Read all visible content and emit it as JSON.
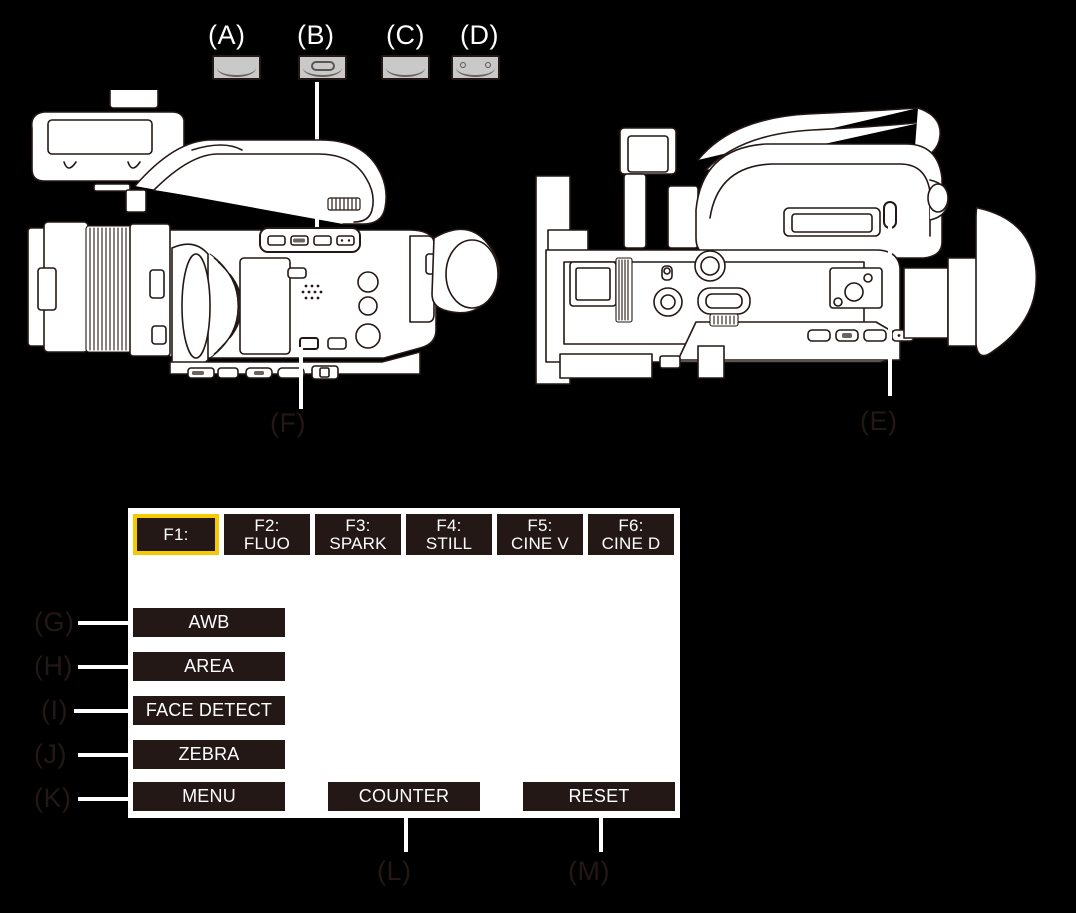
{
  "figure": {
    "type": "camcorder-button-reference-diagram",
    "background_color": "#000000",
    "panel_color": "#ffffff",
    "key_color": "#231815",
    "highlight_color": "#f7c900"
  },
  "callouts": [
    {
      "id": "A",
      "label": "(A)",
      "style": "light",
      "target": "button-glyph-plain-1"
    },
    {
      "id": "B",
      "label": "(B)",
      "style": "light",
      "target": "camera-top-button-strip"
    },
    {
      "id": "C",
      "label": "(C)",
      "style": "light",
      "target": "button-glyph-plain-2"
    },
    {
      "id": "D",
      "label": "(D)",
      "style": "light",
      "target": "button-glyph-two-dot"
    },
    {
      "id": "E",
      "label": "(E)",
      "style": "dark",
      "target": "right-camera-side-button"
    },
    {
      "id": "F",
      "label": "(F)",
      "style": "dark",
      "target": "left-camera-side-button"
    },
    {
      "id": "G",
      "label": "(G)",
      "style": "dark",
      "target": "softkey-awb"
    },
    {
      "id": "H",
      "label": "(H)",
      "style": "dark",
      "target": "softkey-area"
    },
    {
      "id": "I",
      "label": "(I)",
      "style": "dark",
      "target": "softkey-face-detect"
    },
    {
      "id": "J",
      "label": "(J)",
      "style": "dark",
      "target": "softkey-zebra"
    },
    {
      "id": "K",
      "label": "(K)",
      "style": "dark",
      "target": "softkey-menu"
    },
    {
      "id": "L",
      "label": "(L)",
      "style": "dark",
      "target": "softkey-counter"
    },
    {
      "id": "M",
      "label": "(M)",
      "style": "dark",
      "target": "softkey-reset"
    }
  ],
  "button_glyphs": [
    {
      "name": "plain",
      "icon": "button-plain-icon"
    },
    {
      "name": "pill",
      "icon": "button-pill-icon"
    },
    {
      "name": "plain",
      "icon": "button-plain-icon"
    },
    {
      "name": "two-dot",
      "icon": "button-two-dot-icon"
    }
  ],
  "lcd": {
    "function_tabs": [
      {
        "id": "F1",
        "line1": "F1:",
        "line2": "",
        "label": "F1:",
        "selected": true
      },
      {
        "id": "F2",
        "line1": "F2:",
        "line2": "FLUO",
        "label": "F2:\nFLUO",
        "selected": false
      },
      {
        "id": "F3",
        "line1": "F3:",
        "line2": "SPARK",
        "label": "F3:\nSPARK",
        "selected": false
      },
      {
        "id": "F4",
        "line1": "F4:",
        "line2": "STILL",
        "label": "F4:\nSTILL",
        "selected": false
      },
      {
        "id": "F5",
        "line1": "F5:",
        "line2": "CINE V",
        "label": "F5:\nCINE V",
        "selected": false
      },
      {
        "id": "F6",
        "line1": "F6:",
        "line2": "CINE D",
        "label": "F6:\nCINE D",
        "selected": false
      }
    ],
    "side_keys": [
      {
        "id": "awb",
        "label": "AWB"
      },
      {
        "id": "area",
        "label": "AREA"
      },
      {
        "id": "face_detect",
        "label": "FACE DETECT"
      },
      {
        "id": "zebra",
        "label": "ZEBRA"
      }
    ],
    "bottom_keys": [
      {
        "id": "menu",
        "label": "MENU"
      },
      {
        "id": "counter",
        "label": "COUNTER"
      },
      {
        "id": "reset",
        "label": "RESET"
      }
    ]
  },
  "cameras": [
    {
      "id": "left-view",
      "view": "left side view of camcorder with lens, handle, viewfinder"
    },
    {
      "id": "right-view",
      "view": "right side view of camcorder with grip belt and viewfinder"
    }
  ]
}
